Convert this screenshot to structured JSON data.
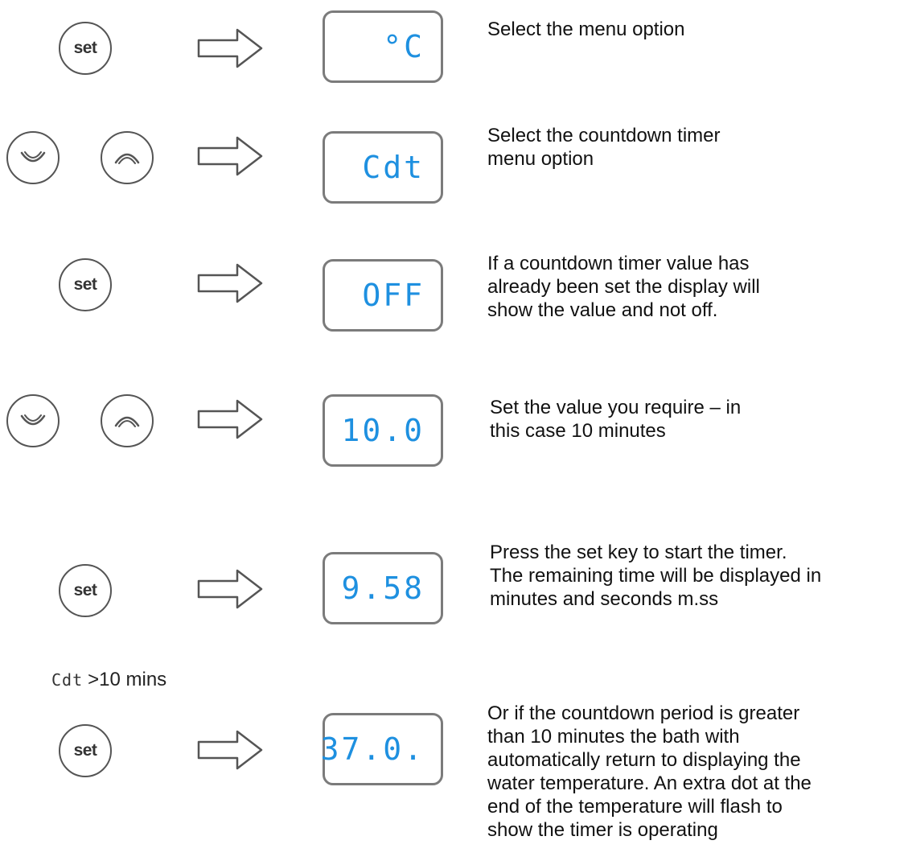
{
  "buttons": {
    "set_label": "set",
    "down_icon": "chevron-down-icon",
    "up_icon": "chevron-up-icon"
  },
  "steps": [
    {
      "display": "°C",
      "text": "Select the menu option"
    },
    {
      "display": "Cdt",
      "text": "Select the countdown timer\nmenu option"
    },
    {
      "display": "OFF",
      "text": "If a countdown timer value has\nalready been set the display will\nshow the value and not off."
    },
    {
      "display": "10.0",
      "text": "Set the value you require – in\nthis case 10 minutes"
    },
    {
      "display": "9.58",
      "text": "Press the set key to start the timer.\nThe remaining time will be displayed in\nminutes and seconds m.ss"
    },
    {
      "display": "37.0.",
      "text": "Or if the countdown period is greater\nthan 10 minutes the bath with\nautomatically return to displaying the\nwater temperature. An extra dot at the\nend of the temperature will flash to\nshow the timer is operating"
    }
  ],
  "cdt_note": {
    "code": "Cdt",
    "text": ">10 mins"
  },
  "colors": {
    "lcd_digits": "#1e90e0",
    "lcd_border": "#7b7b7b"
  }
}
